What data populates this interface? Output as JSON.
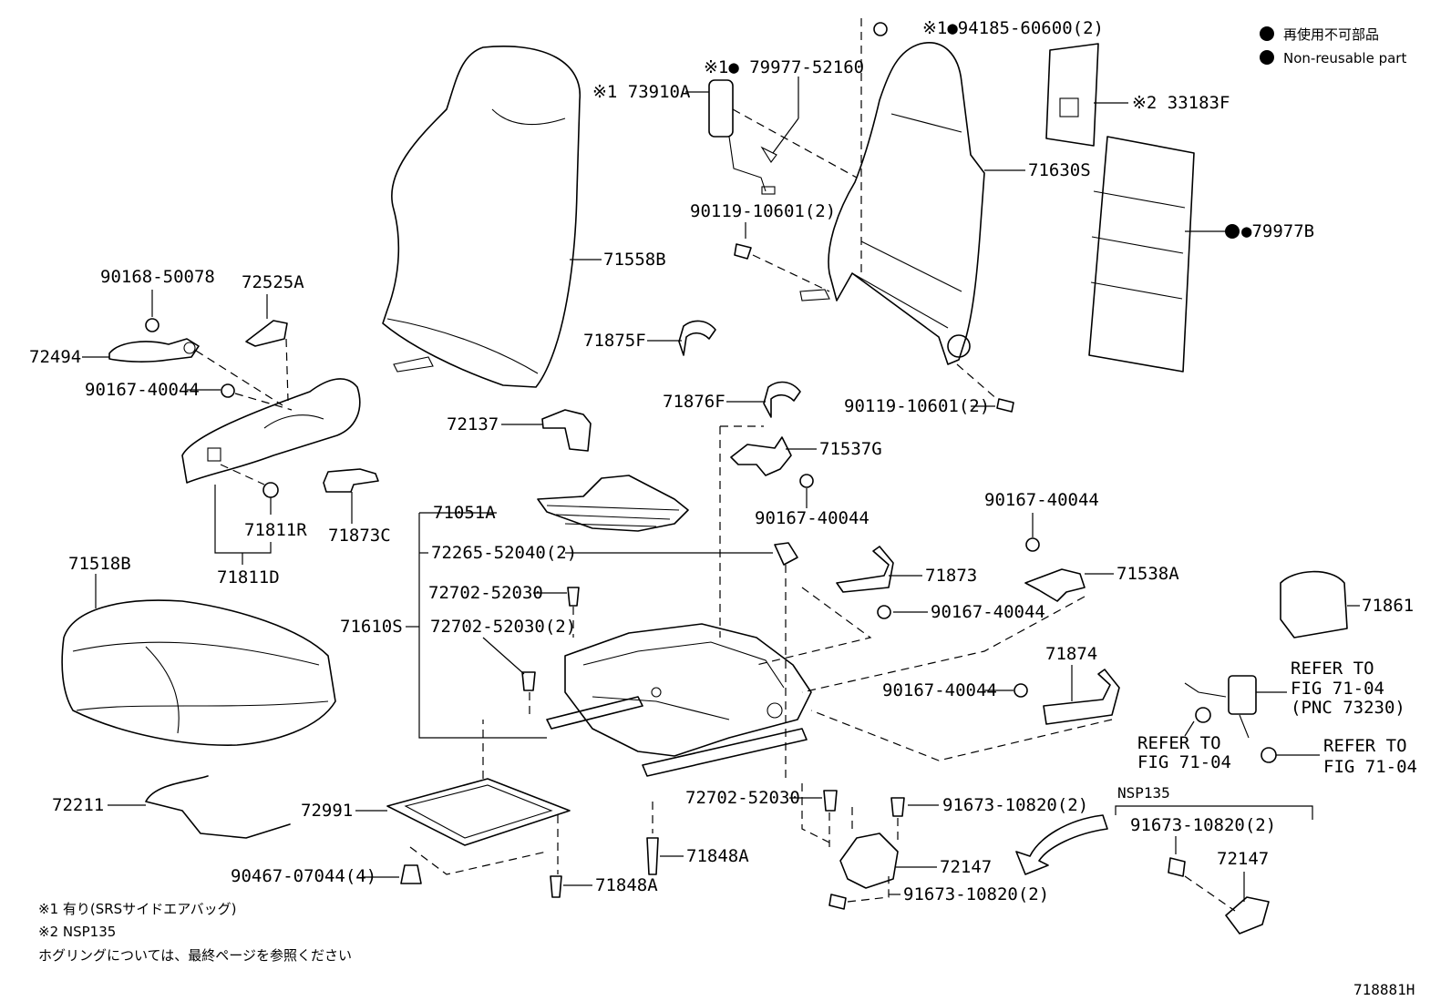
{
  "legend": {
    "ja": "再使用不可部品",
    "en": "Non-reusable part"
  },
  "notes": {
    "note1": "※1 有り(SRSサイドエアバッグ)",
    "note2": "※2 NSP135",
    "note3": "ホグリングについては、最終ページを参照ください"
  },
  "figure_id": "718881H",
  "labels": {
    "p94185": "※1●94185-60600(2)",
    "p79977_52160": "※1● 79977-52160",
    "p73910A": "※1 73910A",
    "p33183F": "※2 33183F",
    "p71630S": "71630S",
    "p79977B": "●79977B",
    "p90119_a": "90119-10601(2)",
    "p90119_b": "90119-10601(2)",
    "p71558B": "71558B",
    "p90168": "90168-50078",
    "p72525A": "72525A",
    "p72494": "72494",
    "p90167_a": "90167-40044",
    "p71875F": "71875F",
    "p71876F": "71876F",
    "p72137": "72137",
    "p71537G": "71537G",
    "p90167_b": "90167-40044",
    "p71811R": "71811R",
    "p71873C": "71873C",
    "p71811D": "71811D",
    "p71051A": "71051A",
    "p72265": "72265-52040(2)",
    "p72702_a": "72702-52030",
    "p71610S": "71610S",
    "p72702_b": "72702-52030(2)",
    "p71518B": "71518B",
    "p90167_c": "90167-40044",
    "p71873": "71873",
    "p71538A": "71538A",
    "p90167_d": "90167-40044",
    "p71861": "71861",
    "p71874": "71874",
    "p90167_e": "90167-40044",
    "refer1": [
      "REFER TO",
      "FIG 71-04",
      "(PNC 73230)"
    ],
    "refer2": [
      "REFER TO",
      "FIG 71-04"
    ],
    "refer3": [
      "REFER TO",
      "FIG 71-04"
    ],
    "p72211": "72211",
    "p72991": "72991",
    "p72702_c": "72702-52030",
    "p91673_a": "91673-10820(2)",
    "nsp135": "NSP135",
    "p91673_b": "91673-10820(2)",
    "p72147_a": "72147",
    "p72147_b": "72147",
    "p71848A_a": "71848A",
    "p90467": "90467-07044(4)",
    "p71848A_b": "71848A",
    "p91673_c": "91673-10820(2)"
  }
}
